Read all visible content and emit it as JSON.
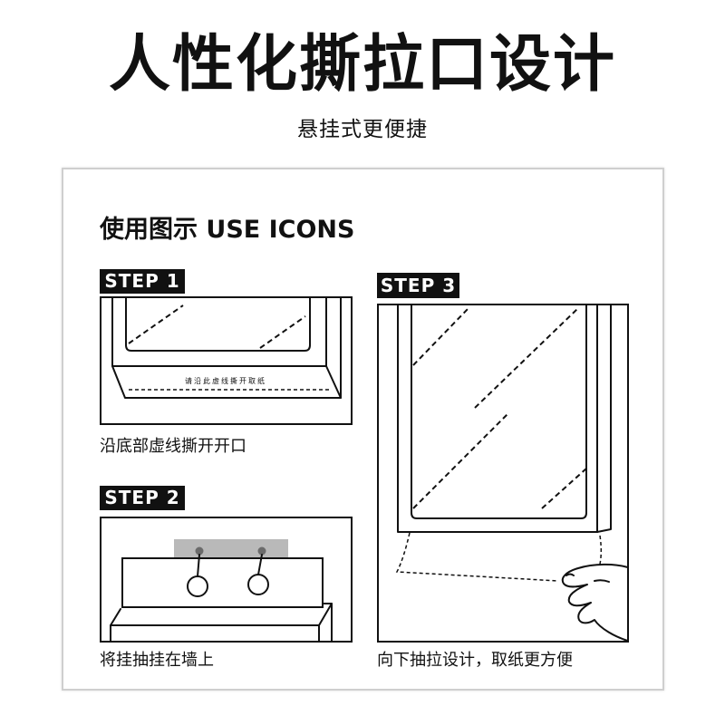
{
  "title": "人性化撕拉口设计",
  "subtitle": "悬挂式更便捷",
  "panel": {
    "heading": "使用图示 USE ICONS",
    "steps": [
      {
        "label": "STEP 1",
        "box_text": "请沿此虚线撕开取纸",
        "caption": "沿底部虚线撕开开口",
        "icon": "tear-open-icon"
      },
      {
        "label": "STEP 2",
        "caption": "将挂抽挂在墙上",
        "icon": "wall-hang-icon"
      },
      {
        "label": "STEP 3",
        "caption": "向下抽拉设计，取纸更方便",
        "icon": "pull-tissue-icon"
      }
    ]
  },
  "colors": {
    "ink": "#111111",
    "panel_border": "#cfcfcf",
    "hanger_strip": "#b9b9b9",
    "nail": "#6b6b6b"
  }
}
